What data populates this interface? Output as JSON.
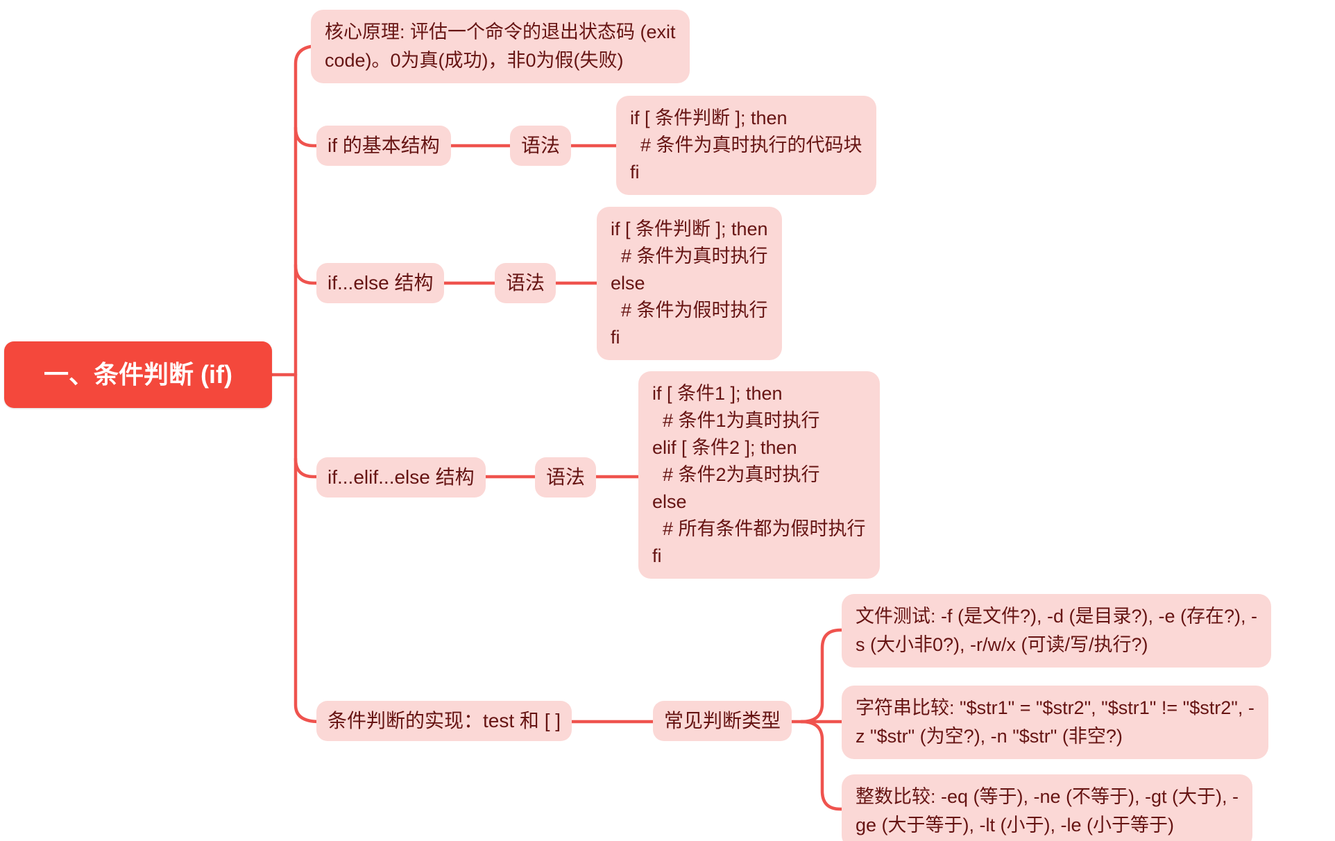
{
  "palette": {
    "root_bg": "#f4483c",
    "root_text": "#ffffff",
    "node_bg": "#fbd8d6",
    "node_text": "#661413",
    "line_color": "#ef534e"
  },
  "root": {
    "label": "一、条件判断 (if)"
  },
  "branches": {
    "principle": {
      "text": "核心原理: 评估一个命令的退出状态码 (exit\ncode)。0为真(成功)，非0为假(失败)"
    },
    "basic": {
      "label": "if 的基本结构",
      "syntax_label": "语法",
      "code": "if [ 条件判断 ]; then\n  # 条件为真时执行的代码块\nfi"
    },
    "if_else": {
      "label": "if...else 结构",
      "syntax_label": "语法",
      "code": "if [ 条件判断 ]; then\n  # 条件为真时执行\nelse\n  # 条件为假时执行\nfi"
    },
    "if_elif_else": {
      "label": "if...elif...else 结构",
      "syntax_label": "语法",
      "code": "if [ 条件1 ]; then\n  # 条件1为真时执行\nelif [ 条件2 ]; then\n  # 条件2为真时执行\nelse\n  # 所有条件都为假时执行\nfi"
    },
    "test_impl": {
      "label": "条件判断的实现：test 和 [ ]",
      "types_label": "常见判断类型",
      "leaves": [
        {
          "text": "文件测试: -f (是文件?), -d (是目录?), -e (存在?), -\ns (大小非0?), -r/w/x (可读/写/执行?)"
        },
        {
          "text": "字符串比较: \"$str1\" = \"$str2\", \"$str1\" != \"$str2\", -\nz \"$str\" (为空?), -n \"$str\" (非空?)"
        },
        {
          "text": "整数比较: -eq (等于), -ne (不等于), -gt (大于), -\nge (大于等于), -lt (小于), -le (小于等于)"
        }
      ]
    }
  }
}
